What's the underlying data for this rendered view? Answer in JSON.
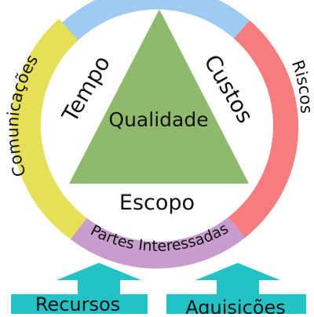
{
  "ring": {
    "top_color": "#9fcaf1",
    "left": {
      "label": "Comunicações",
      "color": "#e6e058"
    },
    "right": {
      "label": "Riscos",
      "color": "#f77d7d"
    },
    "bottom": {
      "label": "Partes Interessadas",
      "color": "#c89ccc"
    }
  },
  "triangle": {
    "color": "#8fba6b",
    "center_label": "Qualidade",
    "left_label": "Tempo",
    "right_label": "Custos",
    "bottom_label": "Escopo"
  },
  "arrows": {
    "color": "#22c3c7",
    "left": {
      "label": "Recursos"
    },
    "right": {
      "label": "Aquisições"
    }
  }
}
